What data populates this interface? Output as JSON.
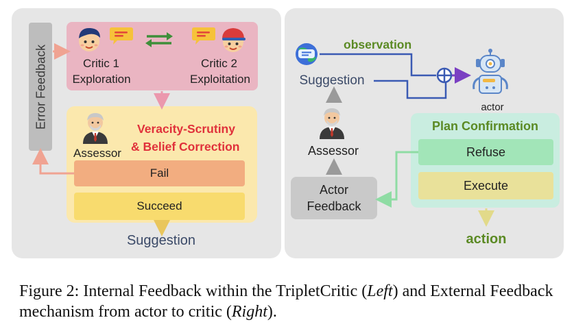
{
  "left_panel": {
    "error_feedback": "Error Feedback",
    "critic1": {
      "title": "Critic 1",
      "subtitle": "Exploration"
    },
    "critic2": {
      "title": "Critic 2",
      "subtitle": "Exploitation"
    },
    "assessor": "Assessor",
    "veracity_line1": "Veracity-Scrutiny",
    "veracity_line2": "& Belief Correction",
    "fail": "Fail",
    "succeed": "Succeed",
    "suggestion": "Suggestion"
  },
  "right_panel": {
    "observation": "observation",
    "suggestion": "Suggestion",
    "actor": "actor",
    "assessor": "Assessor",
    "actor_feedback_line1": "Actor",
    "actor_feedback_line2": "Feedback",
    "plan_confirmation": "Plan Confirmation",
    "refuse": "Refuse",
    "execute": "Execute",
    "action": "action"
  },
  "caption": {
    "part1": "Figure 2: Internal Feedback within the TripletCritic (",
    "left": "Left",
    "part2": ") and External Feedback mechanism from actor to critic (",
    "right": "Right",
    "part3": ")."
  },
  "colors": {
    "panel_bg": "#e6e6e6",
    "critic_pink": "#eab5c2",
    "assessor_yellow": "#fbe8ad",
    "fail_orange": "#f2ad80",
    "succeed_yellow": "#f8db6e",
    "red_text": "#e0313b",
    "green_text": "#5b8a24",
    "teal_box": "#c9ede0",
    "refuse_green": "#a2e5b8",
    "execute_yellow": "#e9e19a",
    "blue_arrow": "#3a5ab3",
    "purple_arrow": "#7a3fc2"
  }
}
